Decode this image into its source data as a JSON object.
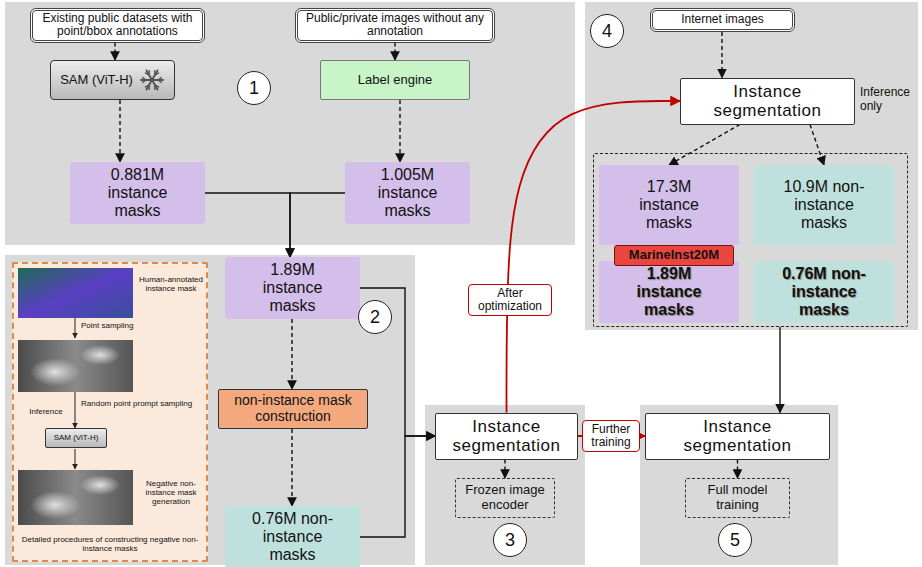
{
  "diagram": {
    "nodes": [
      {
        "text": [
          "Existing public datasets with point/bbox annotations"
        ]
      },
      {
        "text": [
          "Public/private images without any annotation"
        ]
      },
      {
        "text": [
          "SAM (ViT-H)"
        ]
      },
      {
        "text": [
          "1"
        ]
      },
      {
        "text": [
          "Label engine"
        ]
      },
      {
        "text": [
          "0.881M instance masks"
        ]
      },
      {
        "text": [
          "1.005M instance masks"
        ]
      },
      {
        "text": [
          "4"
        ]
      },
      {
        "text": [
          "Internet images"
        ]
      },
      {
        "text": [
          "Instance segmentation"
        ]
      },
      {
        "text": [
          "MarineInst20M"
        ]
      },
      {
        "text": [
          "17.3M instance masks"
        ],
        "in": 10
      },
      {
        "text": [
          "10.9M non-instance masks"
        ],
        "in": 10
      },
      {
        "text": [
          "1.89M instance masks"
        ],
        "in": 10
      },
      {
        "text": [
          "0.76M non-instance masks"
        ],
        "in": 10
      },
      {
        "text": [
          "Human-annotated instance mask",
          "Point sampling",
          "Random point prompt sampling",
          "Inference",
          "Negative non-instance mask generation",
          "Detailed procedures of constructing negative non-instance masks"
        ]
      },
      {
        "text": [
          "SAM (ViT-H)"
        ],
        "in": 15
      },
      {
        "text": [
          "1.89M instance masks"
        ]
      },
      {
        "text": [
          "2"
        ]
      },
      {
        "text": [
          "non-instance mask construction"
        ]
      },
      {
        "text": [
          "0.76M non-instance masks"
        ]
      },
      {
        "text": [
          "Instance segmentation"
        ]
      },
      {
        "text": [
          "Frozen image encoder"
        ]
      },
      {
        "text": [
          "3"
        ]
      },
      {
        "text": [
          "Instance segmentation"
        ]
      },
      {
        "text": [
          "Full model training"
        ]
      },
      {
        "text": [
          "5"
        ]
      }
    ],
    "edges": [
      {
        "from": 0,
        "to": 2,
        "arrow": "to"
      },
      {
        "from": 1,
        "to": 4,
        "arrow": "to"
      },
      {
        "from": 2,
        "to": 5,
        "arrow": "to"
      },
      {
        "from": 4,
        "to": 6,
        "arrow": "to"
      },
      {
        "from": 5,
        "to": 17,
        "arrow": "to"
      },
      {
        "from": 6,
        "to": 17,
        "arrow": "to"
      },
      {
        "from": 17,
        "to": 19,
        "arrow": "to"
      },
      {
        "from": 19,
        "to": 20,
        "arrow": "to"
      },
      {
        "from": 17,
        "to": 21,
        "arrow": "to"
      },
      {
        "from": 20,
        "to": 21,
        "arrow": "to"
      },
      {
        "from": 21,
        "to": 22,
        "arrow": "to"
      },
      {
        "from": 21,
        "to": 9,
        "label": "After optimization",
        "arrow": "to"
      },
      {
        "from": 21,
        "to": 24,
        "label": "Further training",
        "arrow": "to"
      },
      {
        "from": 8,
        "to": 9,
        "arrow": "to"
      },
      {
        "from": 9,
        "to": 11,
        "arrow": "to"
      },
      {
        "from": 9,
        "to": 12,
        "arrow": "to"
      },
      {
        "from": 10,
        "to": 24,
        "arrow": "to"
      },
      {
        "from": 24,
        "to": 25,
        "arrow": "to"
      }
    ],
    "labels": [
      "Inference only"
    ]
  }
}
